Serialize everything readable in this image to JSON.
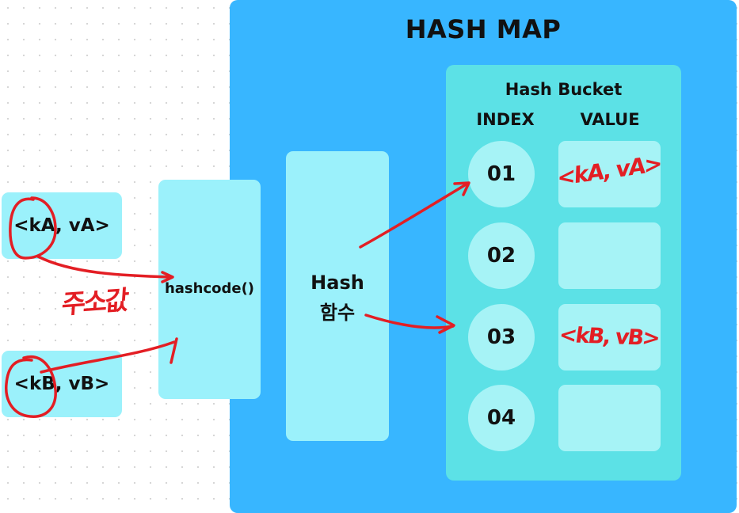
{
  "diagram": {
    "title": "HASH MAP",
    "bucket": {
      "title": "Hash Bucket",
      "index_header": "INDEX",
      "value_header": "VALUE",
      "rows": [
        {
          "index": "01",
          "value": "<kA, vA>"
        },
        {
          "index": "02",
          "value": ""
        },
        {
          "index": "03",
          "value": "<kB, vB>"
        },
        {
          "index": "04",
          "value": ""
        }
      ]
    },
    "hash_function": {
      "line1": "Hash",
      "line2": "함수"
    },
    "hashcode": {
      "label": "hashcode()"
    },
    "entries": [
      {
        "label": "<kA, vA>"
      },
      {
        "label": "<kB, vB>"
      }
    ],
    "annotations": {
      "handwritten_note": "주소값",
      "ink_color": "#e31e24"
    },
    "colors": {
      "map_background": "#38b6ff",
      "bucket_background": "#5ce1e6",
      "cell_background": "#a6f3f6",
      "box_background": "#9bf1fb"
    }
  }
}
